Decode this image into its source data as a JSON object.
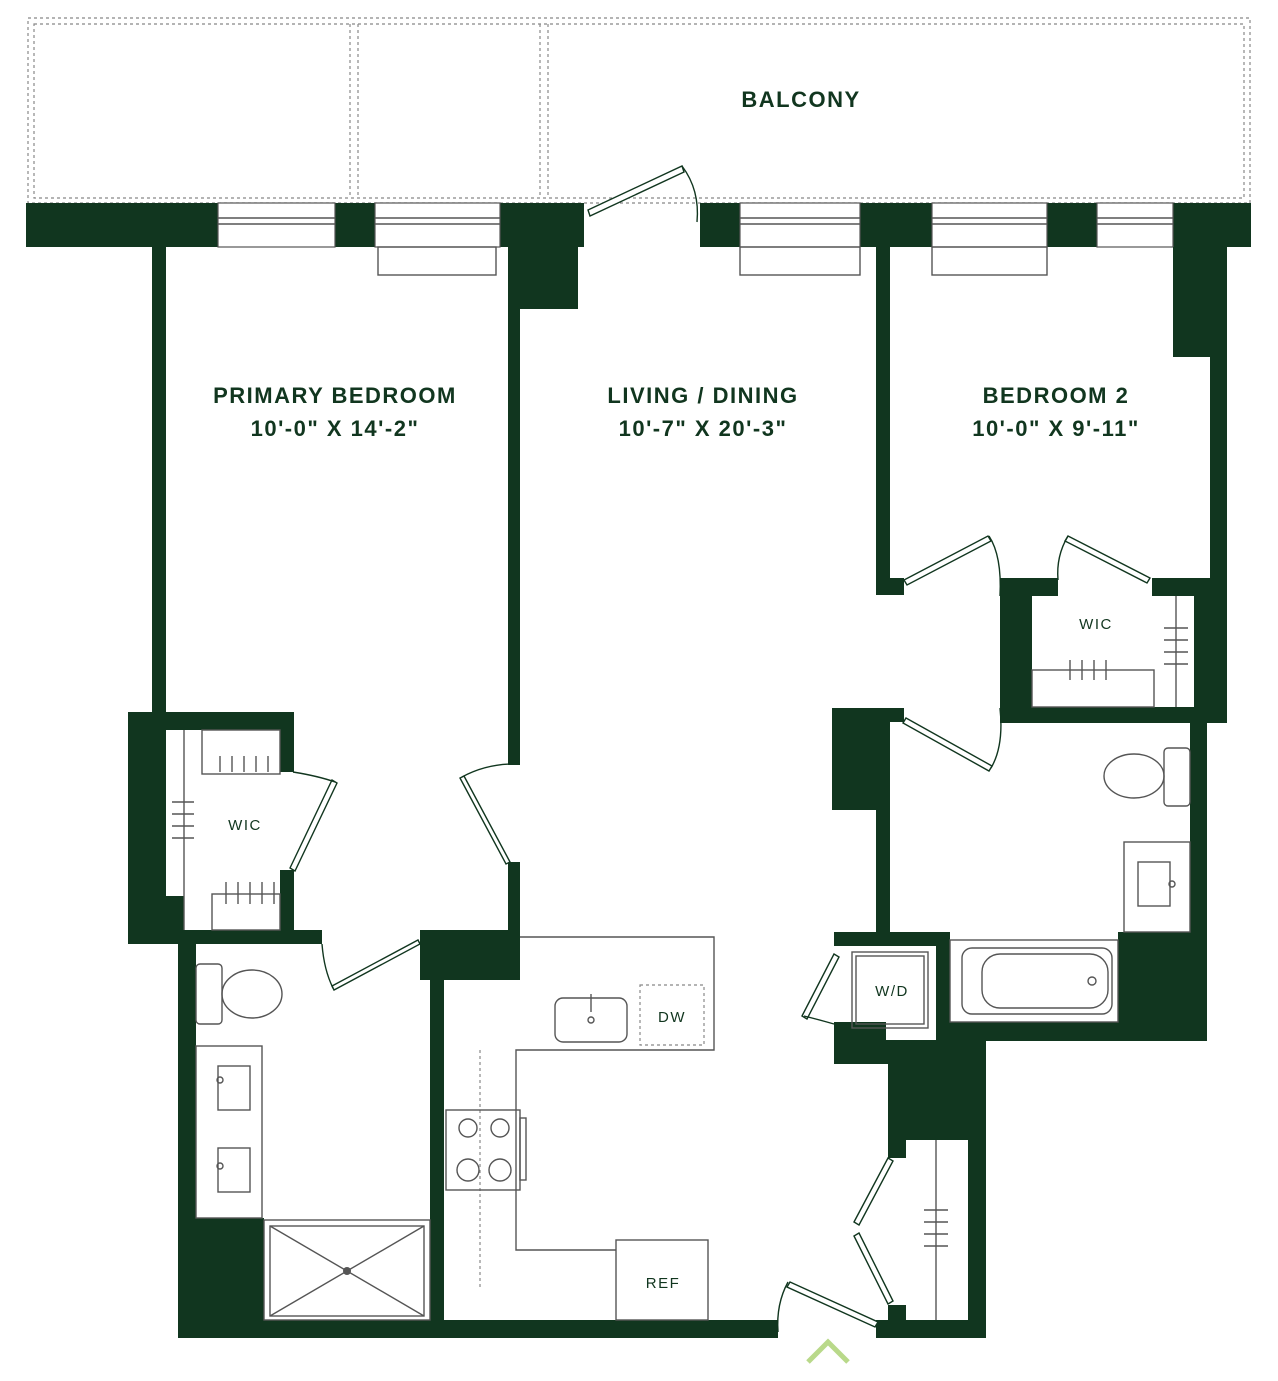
{
  "rooms": {
    "balcony": {
      "name": "BALCONY"
    },
    "primary_bedroom": {
      "name": "PRIMARY BEDROOM",
      "size": "10'-0\" X 14'-2\""
    },
    "living_dining": {
      "name": "LIVING / DINING",
      "size": "10'-7\" X 20'-3\""
    },
    "bedroom_2": {
      "name": "BEDROOM 2",
      "size": "10'-0\" X 9'-11\""
    },
    "wic_primary": {
      "name": "WIC"
    },
    "wic_bedroom2": {
      "name": "WIC"
    }
  },
  "appliances": {
    "dishwasher": "DW",
    "refrigerator": "REF",
    "washer_dryer": "W/D"
  },
  "colors": {
    "wall": "#11361f",
    "entry_arrow": "#b9d98a"
  },
  "icons": {
    "entry": "chevron-up-icon"
  }
}
